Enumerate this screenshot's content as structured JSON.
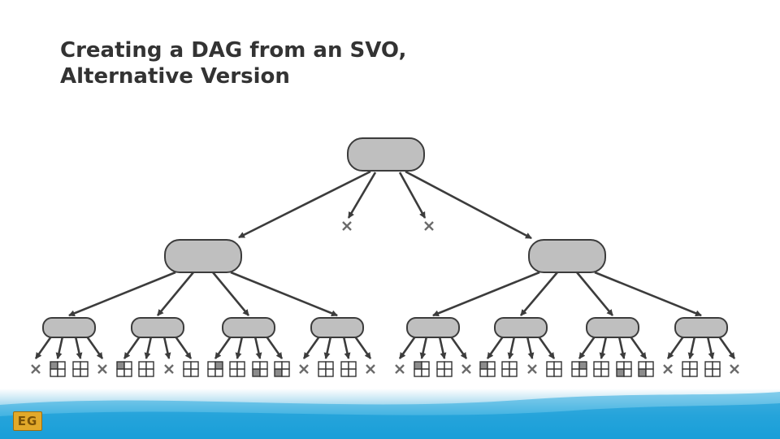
{
  "slide": {
    "title_line1": "Creating a DAG from an SVO,",
    "title_line2": "Alternative Version",
    "logo_text": "EG"
  },
  "colors": {
    "node_fill": "#bfbfbf",
    "node_stroke": "#3c3c3c",
    "edge": "#3c3c3c",
    "empty_marker": "#6b6b6b",
    "filled_cell": "#8c8c8c"
  },
  "tree": {
    "root": {
      "children": [
        "A",
        "empty",
        "empty",
        "B"
      ]
    },
    "level1": [
      {
        "id": "A",
        "children": [
          "A1",
          "A2",
          "A3",
          "A4"
        ]
      },
      {
        "id": "B",
        "children": [
          "B1",
          "B2",
          "B3",
          "B4"
        ]
      }
    ],
    "leaves": [
      {
        "id": "A1",
        "children": [
          "empty",
          "t",
          "t",
          "empty"
        ]
      },
      {
        "id": "A2",
        "children": [
          "t",
          "t",
          "empty",
          "t"
        ]
      },
      {
        "id": "A3",
        "children": [
          "t",
          "t",
          "t",
          "t"
        ]
      },
      {
        "id": "A4",
        "children": [
          "empty",
          "t",
          "t",
          "empty"
        ]
      },
      {
        "id": "B1",
        "children": [
          "empty",
          "t",
          "t",
          "empty"
        ]
      },
      {
        "id": "B2",
        "children": [
          "t",
          "t",
          "empty",
          "t"
        ]
      },
      {
        "id": "B3",
        "children": [
          "t",
          "t",
          "t",
          "t"
        ]
      },
      {
        "id": "B4",
        "children": [
          "empty",
          "t",
          "t",
          "empty"
        ]
      }
    ],
    "tile_patterns": {
      "A1": [
        [
          0,
          0,
          0,
          0
        ],
        [
          1,
          0,
          0,
          0
        ],
        null,
        null
      ],
      "A2": [
        [
          1,
          0,
          0,
          0
        ],
        [
          0,
          0,
          0,
          0
        ],
        null,
        [
          0,
          0,
          0,
          0
        ]
      ],
      "A3": [
        [
          0,
          1,
          0,
          0
        ],
        [
          0,
          0,
          0,
          0
        ],
        [
          0,
          0,
          1,
          0
        ],
        [
          0,
          0,
          1,
          0
        ]
      ],
      "A4": [
        [
          0,
          0,
          0,
          0
        ],
        [
          0,
          0,
          0,
          0
        ],
        null,
        null
      ],
      "B1": [
        [
          0,
          0,
          0,
          0
        ],
        [
          1,
          0,
          0,
          0
        ],
        null,
        null
      ],
      "B2": [
        [
          1,
          0,
          0,
          0
        ],
        [
          0,
          0,
          0,
          0
        ],
        null,
        [
          0,
          0,
          0,
          0
        ]
      ],
      "B3": [
        [
          0,
          1,
          0,
          0
        ],
        [
          0,
          0,
          0,
          0
        ],
        [
          0,
          0,
          1,
          0
        ],
        [
          0,
          0,
          1,
          0
        ]
      ],
      "B4": [
        [
          0,
          0,
          0,
          0
        ],
        [
          0,
          0,
          0,
          0
        ],
        null,
        null
      ]
    }
  }
}
